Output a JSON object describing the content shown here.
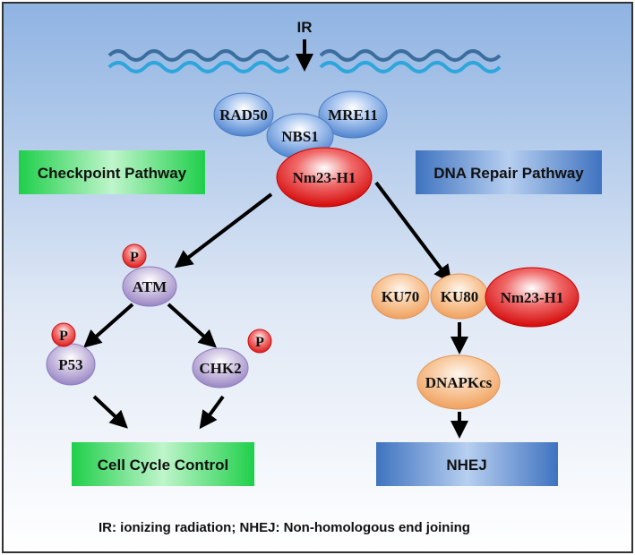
{
  "labels": {
    "ir": "IR",
    "checkpoint_pathway": "Checkpoint Pathway",
    "dna_repair_pathway": "DNA Repair Pathway",
    "rad50": "RAD50",
    "nbs1": "NBS1",
    "mre11": "MRE11",
    "nm23_h1_top": "Nm23-H1",
    "atm": "ATM",
    "p53": "P53",
    "chk2": "CHK2",
    "phospho": "P",
    "ku70": "KU70",
    "ku80": "KU80",
    "nm23_h1_right": "Nm23-H1",
    "dnapkcs": "DNAPKcs",
    "cell_cycle_control": "Cell Cycle Control",
    "nhej": "NHEJ",
    "caption": "IR: ionizing radiation; NHEJ: Non-homologous end joining"
  },
  "colors": {
    "background_top": "#8fb3e2",
    "background_bottom": "#ffffff",
    "green_box": "#33d65a",
    "blue_box": "#4f81c7",
    "mrn_blue": "#5b8fd6",
    "nm23_red": "#e01010",
    "purple_node": "#a897c9",
    "orange_node": "#f5b27a",
    "phospho_red": "#e02020",
    "dna_dark": "#3a6e9e",
    "dna_light": "#2ea6dc"
  }
}
